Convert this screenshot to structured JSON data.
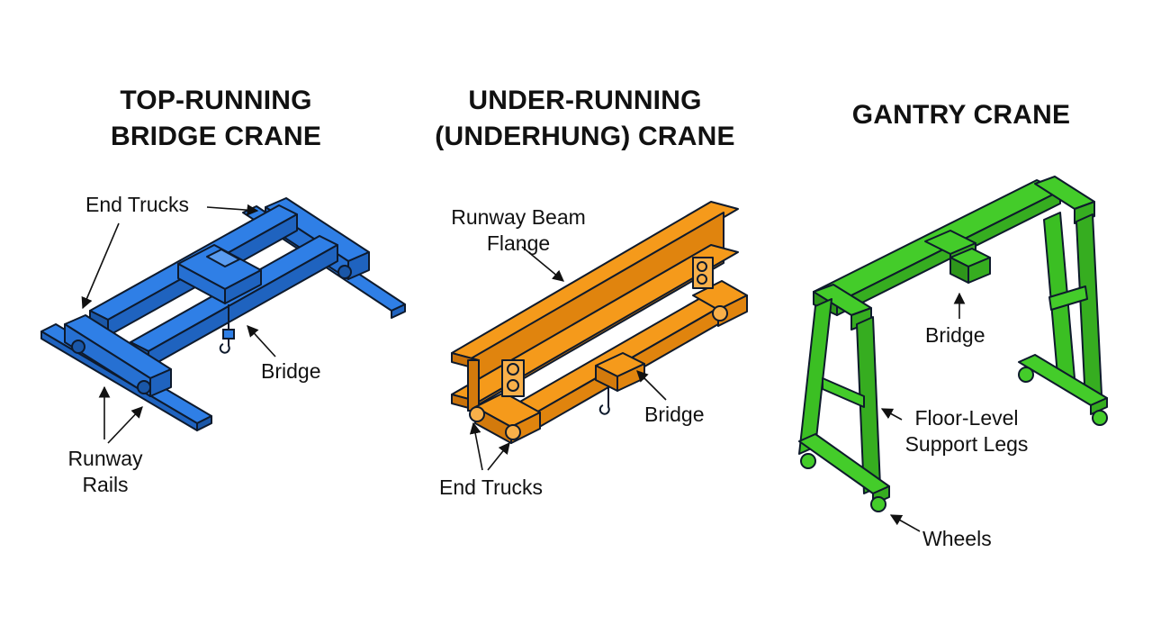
{
  "colors": {
    "top_running": "#2f7fe6",
    "under_running": "#f59a1b",
    "gantry": "#44cc2a",
    "outline": "#0e1a2c"
  },
  "panels": [
    {
      "title_lines": [
        "TOP-RUNNING",
        "BRIDGE CRANE"
      ],
      "labels": {
        "end_trucks": "End Trucks",
        "bridge": "Bridge",
        "runway_rails": [
          "Runway",
          "Rails"
        ]
      }
    },
    {
      "title_lines": [
        "UNDER-RUNNING",
        "(UNDERHUNG) CRANE"
      ],
      "labels": {
        "runway_beam_flange": [
          "Runway Beam",
          "Flange"
        ],
        "bridge": "Bridge",
        "end_trucks": "End Trucks"
      }
    },
    {
      "title_lines": [
        "GANTRY CRANE"
      ],
      "labels": {
        "bridge": "Bridge",
        "support_legs": [
          "Floor-Level",
          "Support Legs"
        ],
        "wheels": "Wheels"
      }
    }
  ]
}
